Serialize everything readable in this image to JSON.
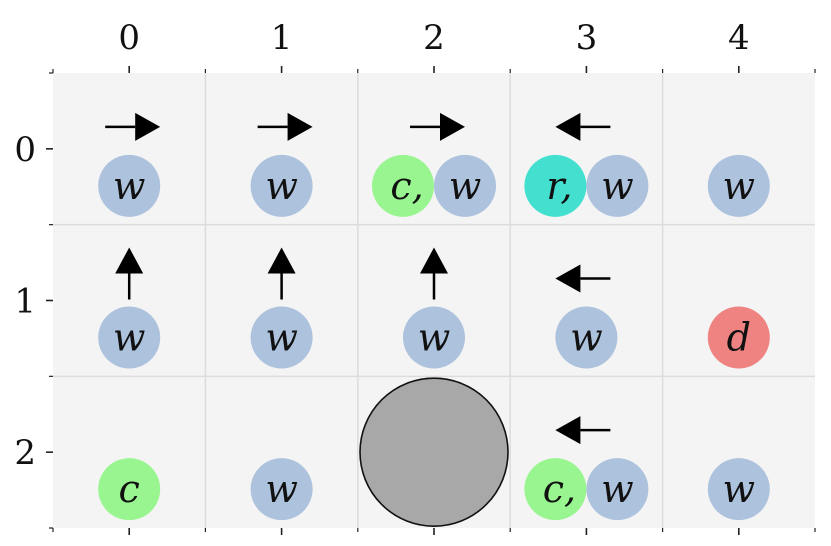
{
  "colors": {
    "background": "#f4f4f4",
    "grid": "#dcdcdc",
    "axis": "#222222",
    "w": "#adc2dd",
    "c": "#98f58f",
    "r": "#43e0d0",
    "d": "#ee8381",
    "obstacle": "#a8a8a8",
    "arrow": "#000000"
  },
  "axes": {
    "x_ticks": [
      "0",
      "1",
      "2",
      "3",
      "4"
    ],
    "y_ticks": [
      "0",
      "1",
      "2"
    ]
  },
  "grid": {
    "columns": 5,
    "rows": 3
  },
  "cells": [
    {
      "row": 0,
      "col": 0,
      "arrow": "right",
      "tokens": [
        {
          "type": "w",
          "text": "w"
        }
      ]
    },
    {
      "row": 0,
      "col": 1,
      "arrow": "right",
      "tokens": [
        {
          "type": "w",
          "text": "w"
        }
      ]
    },
    {
      "row": 0,
      "col": 2,
      "arrow": "right",
      "tokens": [
        {
          "type": "c",
          "text": "c,"
        },
        {
          "type": "w",
          "text": "w"
        }
      ]
    },
    {
      "row": 0,
      "col": 3,
      "arrow": "left",
      "tokens": [
        {
          "type": "r",
          "text": "r,"
        },
        {
          "type": "w",
          "text": "w"
        }
      ]
    },
    {
      "row": 0,
      "col": 4,
      "arrow": null,
      "tokens": [
        {
          "type": "w",
          "text": "w"
        }
      ]
    },
    {
      "row": 1,
      "col": 0,
      "arrow": "up",
      "tokens": [
        {
          "type": "w",
          "text": "w"
        }
      ]
    },
    {
      "row": 1,
      "col": 1,
      "arrow": "up",
      "tokens": [
        {
          "type": "w",
          "text": "w"
        }
      ]
    },
    {
      "row": 1,
      "col": 2,
      "arrow": "up",
      "tokens": [
        {
          "type": "w",
          "text": "w"
        }
      ]
    },
    {
      "row": 1,
      "col": 3,
      "arrow": "left",
      "tokens": [
        {
          "type": "w",
          "text": "w"
        }
      ]
    },
    {
      "row": 1,
      "col": 4,
      "arrow": null,
      "tokens": [
        {
          "type": "d",
          "text": "d"
        }
      ]
    },
    {
      "row": 2,
      "col": 0,
      "arrow": null,
      "tokens": [
        {
          "type": "c",
          "text": "c"
        }
      ]
    },
    {
      "row": 2,
      "col": 1,
      "arrow": null,
      "tokens": [
        {
          "type": "w",
          "text": "w"
        }
      ]
    },
    {
      "row": 2,
      "col": 2,
      "arrow": null,
      "tokens": [],
      "obstacle": true
    },
    {
      "row": 2,
      "col": 3,
      "arrow": "left",
      "tokens": [
        {
          "type": "c",
          "text": "c,"
        },
        {
          "type": "w",
          "text": "w"
        }
      ]
    },
    {
      "row": 2,
      "col": 4,
      "arrow": null,
      "tokens": [
        {
          "type": "w",
          "text": "w"
        }
      ]
    }
  ]
}
